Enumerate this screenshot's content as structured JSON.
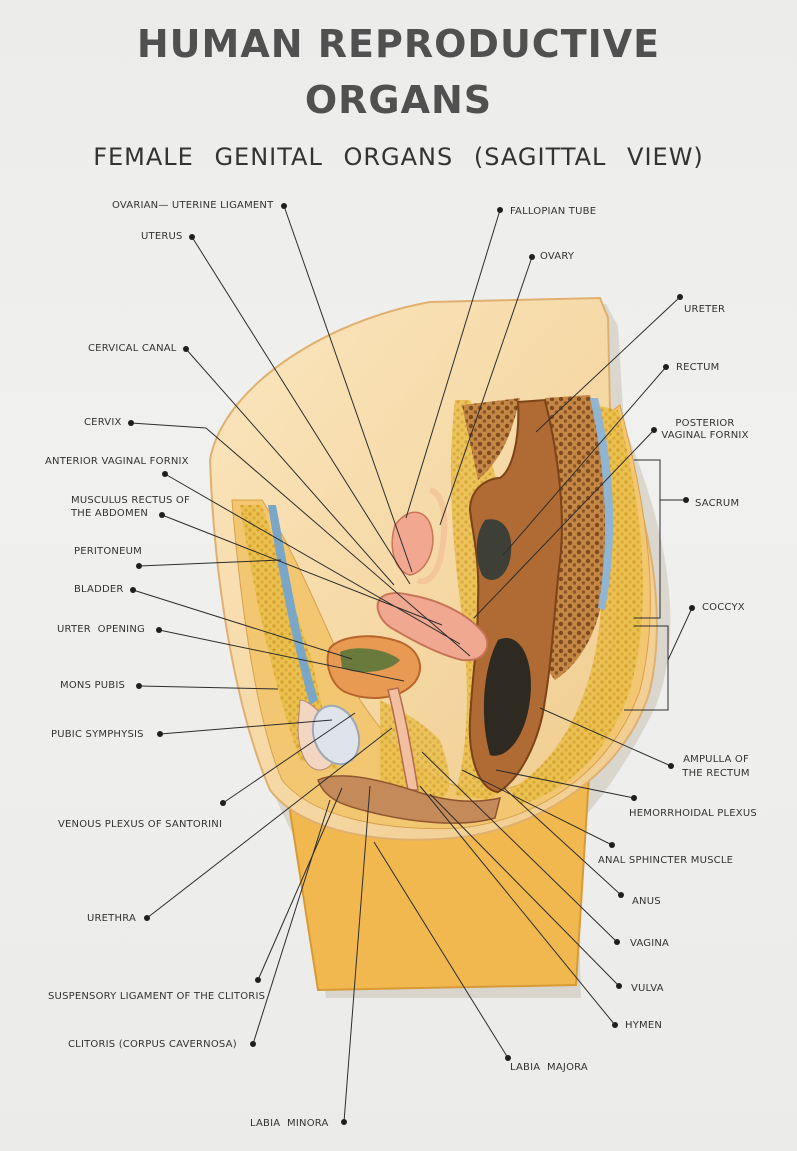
{
  "title_line1": "HUMAN REPRODUCTIVE",
  "title_line2": "ORGANS",
  "subtitle": "FEMALE GENITAL ORGANS (SAGITTAL VIEW)",
  "labels": {
    "ovarian_uterine_ligament": "OVARIAN— UTERINE LIGAMENT",
    "uterus": "UTERUS",
    "cervical_canal": "CERVICAL CANAL",
    "cervix": "CERVIX",
    "anterior_vaginal_fornix": "ANTERIOR VAGINAL FORNIX",
    "musculus_rectus_line1": "MUSCULUS RECTUS OF",
    "musculus_rectus_line2": "THE ABDOMEN",
    "peritoneum": "PERITONEUM",
    "bladder": "BLADDER",
    "urter_opening": "URTER  OPENING",
    "mons_pubis": "MONS PUBIS",
    "pubic_symphysis": "PUBIC SYMPHYSIS",
    "venous_plexus": "VENOUS PLEXUS OF SANTORINI",
    "urethra": "URETHRA",
    "suspensory_ligament": "SUSPENSORY LIGAMENT OF THE CLITORIS",
    "clitoris": "CLITORIS (CORPUS CAVERNOSA)",
    "labia_minora": "LABIA  MINORA",
    "fallopian_tube": "FALLOPIAN TUBE",
    "ovary": "OVARY",
    "ureter": "URETER",
    "rectum": "RECTUM",
    "posterior_fornix_line1": "POSTERIOR",
    "posterior_fornix_line2": "VAGINAL FORNIX",
    "sacrum": "SACRUM",
    "coccyx": "COCCYX",
    "ampulla_line1": "AMPULLA OF",
    "ampulla_line2": "THE RECTUM",
    "hemorrhoidal_plexus": "HEMORRHOIDAL PLEXUS",
    "anal_sphincter": "ANAL SPHINCTER MUSCLE",
    "anus": "ANUS",
    "vagina": "VAGINA",
    "vulva": "VULVA",
    "hymen": "HYMEN",
    "labia_majora": "LABIA  MAJORA"
  }
}
